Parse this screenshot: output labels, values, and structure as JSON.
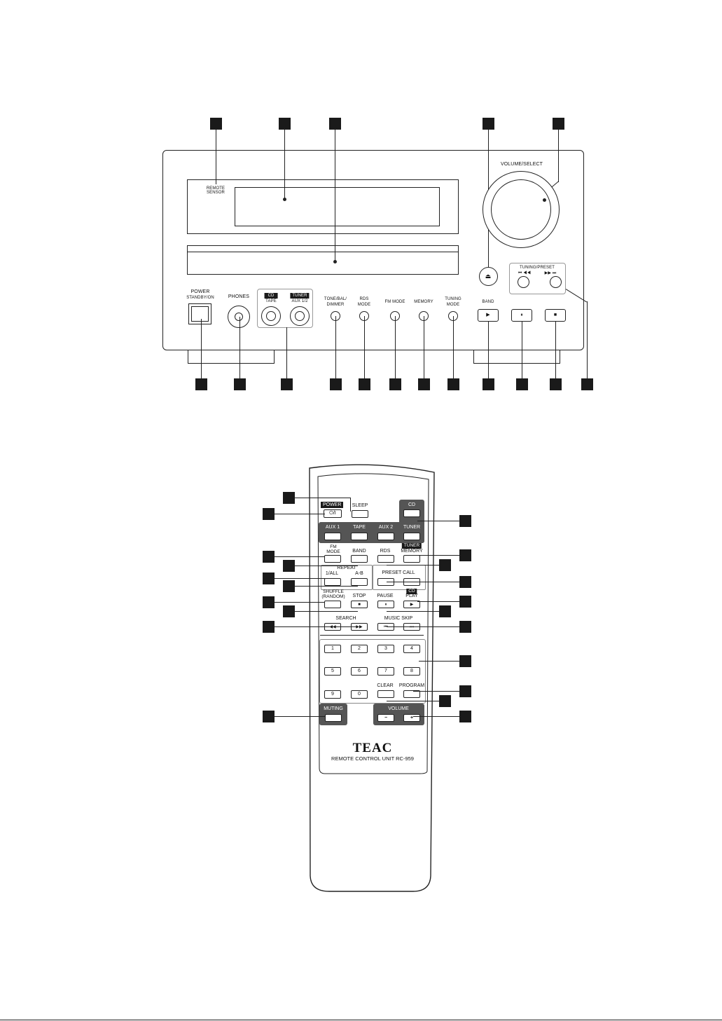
{
  "front_panel": {
    "remote_sensor": "REMOTE\nSENSOR",
    "volume_select": "VOLUME/SELECT",
    "tuning_preset": "TUNING/PRESET",
    "tuning_prev_glyph": "⏮ ◀◀",
    "tuning_next_glyph": "▶▶ ⏭",
    "power_title": "POWER",
    "power_sub": "STANDBY/ON",
    "phones": "PHONES",
    "cd_tag": "CD",
    "tape": "TAPE",
    "tuner_tag": "TUNER",
    "aux12": "AUX 1/2",
    "tone_bal_dimmer": "TONE/BAL/\nDIMMER",
    "rds_mode": "RDS\nMODE",
    "fm_mode": "FM MODE",
    "memory": "MEMORY",
    "tuning_mode": "TUNING\nMODE",
    "band": "BAND",
    "eject_glyph": "⏏",
    "play_glyph": "▶",
    "pause_glyph": "⏸",
    "stop_glyph": "■"
  },
  "remote": {
    "power": "POWER",
    "power_glyph": "⏻/I",
    "sleep": "SLEEP",
    "cd": "CD",
    "aux1": "AUX 1",
    "tape": "TAPE",
    "aux2": "AUX 2",
    "tuner": "TUNER",
    "tuner_tag": "TUNER",
    "fm_mode": "FM\nMODE",
    "band": "BAND",
    "rds": "RDS",
    "memory": "MEMORY",
    "repeat": "REPEAT",
    "one_all": "1/ALL",
    "a_b": "A-B",
    "preset_call": "PRESET  CALL",
    "shuffle": "SHUFFLE\n(RANDOM)",
    "stop": "STOP",
    "pause": "PAUSE",
    "cd_tag": "CD",
    "play": "PLAY",
    "search": "SEARCH",
    "music_skip": "MUSIC SKIP",
    "digits": [
      "1",
      "2",
      "3",
      "4",
      "5",
      "6",
      "7",
      "8",
      "9",
      "0"
    ],
    "clear": "CLEAR",
    "program": "PROGRAM",
    "muting": "MUTING",
    "volume": "VOLUME",
    "vol_minus": "−",
    "vol_plus": "+",
    "brand": "TEAC",
    "model": "REMOTE CONTROL UNIT RC-959"
  }
}
